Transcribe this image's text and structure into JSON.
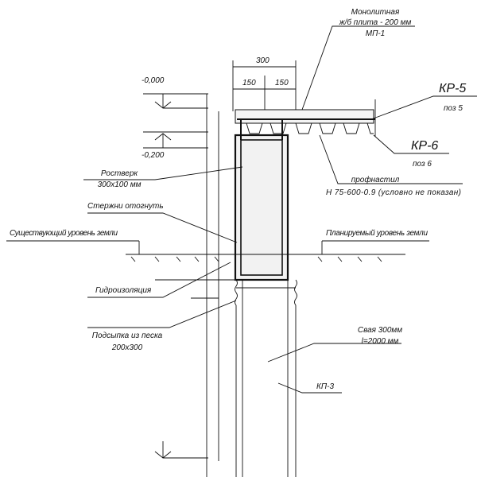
{
  "dimensions": {
    "total": "300",
    "left": "150",
    "right": "150"
  },
  "levels": {
    "top": "-0,000",
    "second": "-0,200"
  },
  "slab": {
    "line1": "Монолитная",
    "line2": "ж/б плита - 200 мм",
    "line3": "МП-1"
  },
  "kr5": {
    "mark": "КР-5",
    "pos": "поз 5"
  },
  "kr6": {
    "mark": "КР-6",
    "pos": "поз 6"
  },
  "deck": {
    "line1": "профнастил",
    "line2": "Н 75-600-0.9 (условно не показан)"
  },
  "grillage": {
    "line1": "Ростверк",
    "line2": "300х100 мм"
  },
  "bars": {
    "label": "Стержни отогнуть"
  },
  "existing_ground": {
    "label": "Существующий уровень земли"
  },
  "planned_ground": {
    "label": "Планируемый уровень земли"
  },
  "waterproofing": {
    "label": "Гидроизоляция"
  },
  "sand": {
    "line1": "Подсыпка из песка",
    "line2": "200х300"
  },
  "pile": {
    "line1": "Свая 300мм",
    "line2": "l=2000 мм"
  },
  "kp3": {
    "label": "КП-3"
  }
}
